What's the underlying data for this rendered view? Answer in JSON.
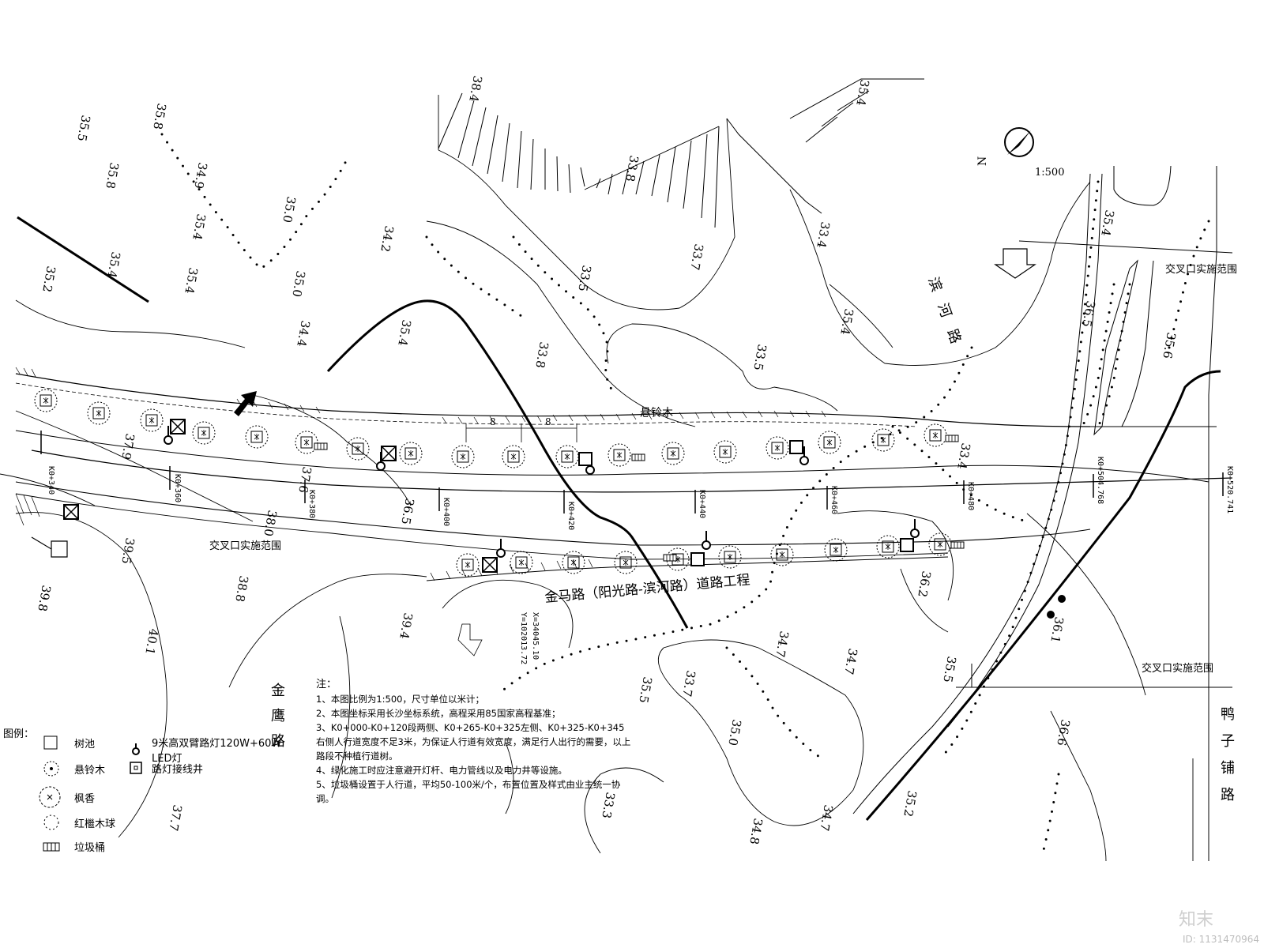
{
  "drawing": {
    "scale_label": "1:500",
    "north_label": "N",
    "project_title": "金马路（阳光路-滨河路）道路工程",
    "roads": {
      "jinying": "金鹰路",
      "yazipu": "鸭子铺路",
      "hebin": "滨河路"
    },
    "labels": {
      "intersection_scope": "交叉口实施范围",
      "plane_tree": "悬铃木",
      "dim_8": "8"
    },
    "chainages": [
      "K0+340",
      "K0+360",
      "K0+380",
      "K0+400",
      "K0+420",
      "K0+440",
      "K0+460",
      "K0+480",
      "K0+504.768",
      "K0+520.741"
    ],
    "coordinates": [
      "X=34045.10",
      "Y=102013.72"
    ],
    "elevations": [
      "35.8",
      "35.5",
      "35.8",
      "35.4",
      "35.2",
      "34.9",
      "34.2",
      "35.0",
      "35.4",
      "35.4",
      "34.4",
      "35.0",
      "35.4",
      "35.4",
      "33.4",
      "33.5",
      "33.7",
      "33.8",
      "33.8",
      "35.4",
      "33.5",
      "38.4",
      "33.4",
      "37.9",
      "37.6",
      "36.5",
      "39.5",
      "38.8",
      "39.8",
      "40.1",
      "39.4",
      "36.2",
      "34.7",
      "34.7",
      "33.7",
      "35.5",
      "35.5",
      "35.0",
      "34.7",
      "33.3",
      "37.7",
      "34.8",
      "35.2",
      "36.6",
      "36.5",
      "35.6",
      "36.1",
      "35.4",
      "38.0"
    ]
  },
  "notes": {
    "heading": "注：",
    "items": [
      "1、本图比例为1:500，尺寸单位以米计；",
      "2、本图坐标采用长沙坐标系统，高程采用85国家高程基准；",
      "3、K0+000-K0+120段两侧、K0+265-K0+325左侧、K0+325-K0+345右侧人行道宽度不足3米，为保证人行道有效宽度，满足行人出行的需要，以上路段不种植行道树。",
      "4、绿化施工时应注意避开灯杆、电力管线以及电力井等设施。",
      "5、垃圾桶设置于人行道，平均50-100米/个，布置位置及样式由业主统一协调。"
    ]
  },
  "legend": {
    "title": "图例：",
    "items": [
      {
        "label": "树池",
        "icon": "square-icon"
      },
      {
        "label": "悬铃木",
        "icon": "plane-tree-icon"
      },
      {
        "label": "枫香",
        "icon": "sweetgum-icon"
      },
      {
        "label": "红檵木球",
        "icon": "loropetalum-icon"
      },
      {
        "label": "垃圾桶",
        "icon": "trash-bin-icon"
      },
      {
        "label": "9米高双臂路灯120W+60W LED灯",
        "icon": "street-lamp-icon"
      },
      {
        "label": "路灯接线井",
        "icon": "junction-well-icon"
      }
    ]
  },
  "footer": {
    "logo": "知末",
    "id": "ID: 1131470964"
  }
}
